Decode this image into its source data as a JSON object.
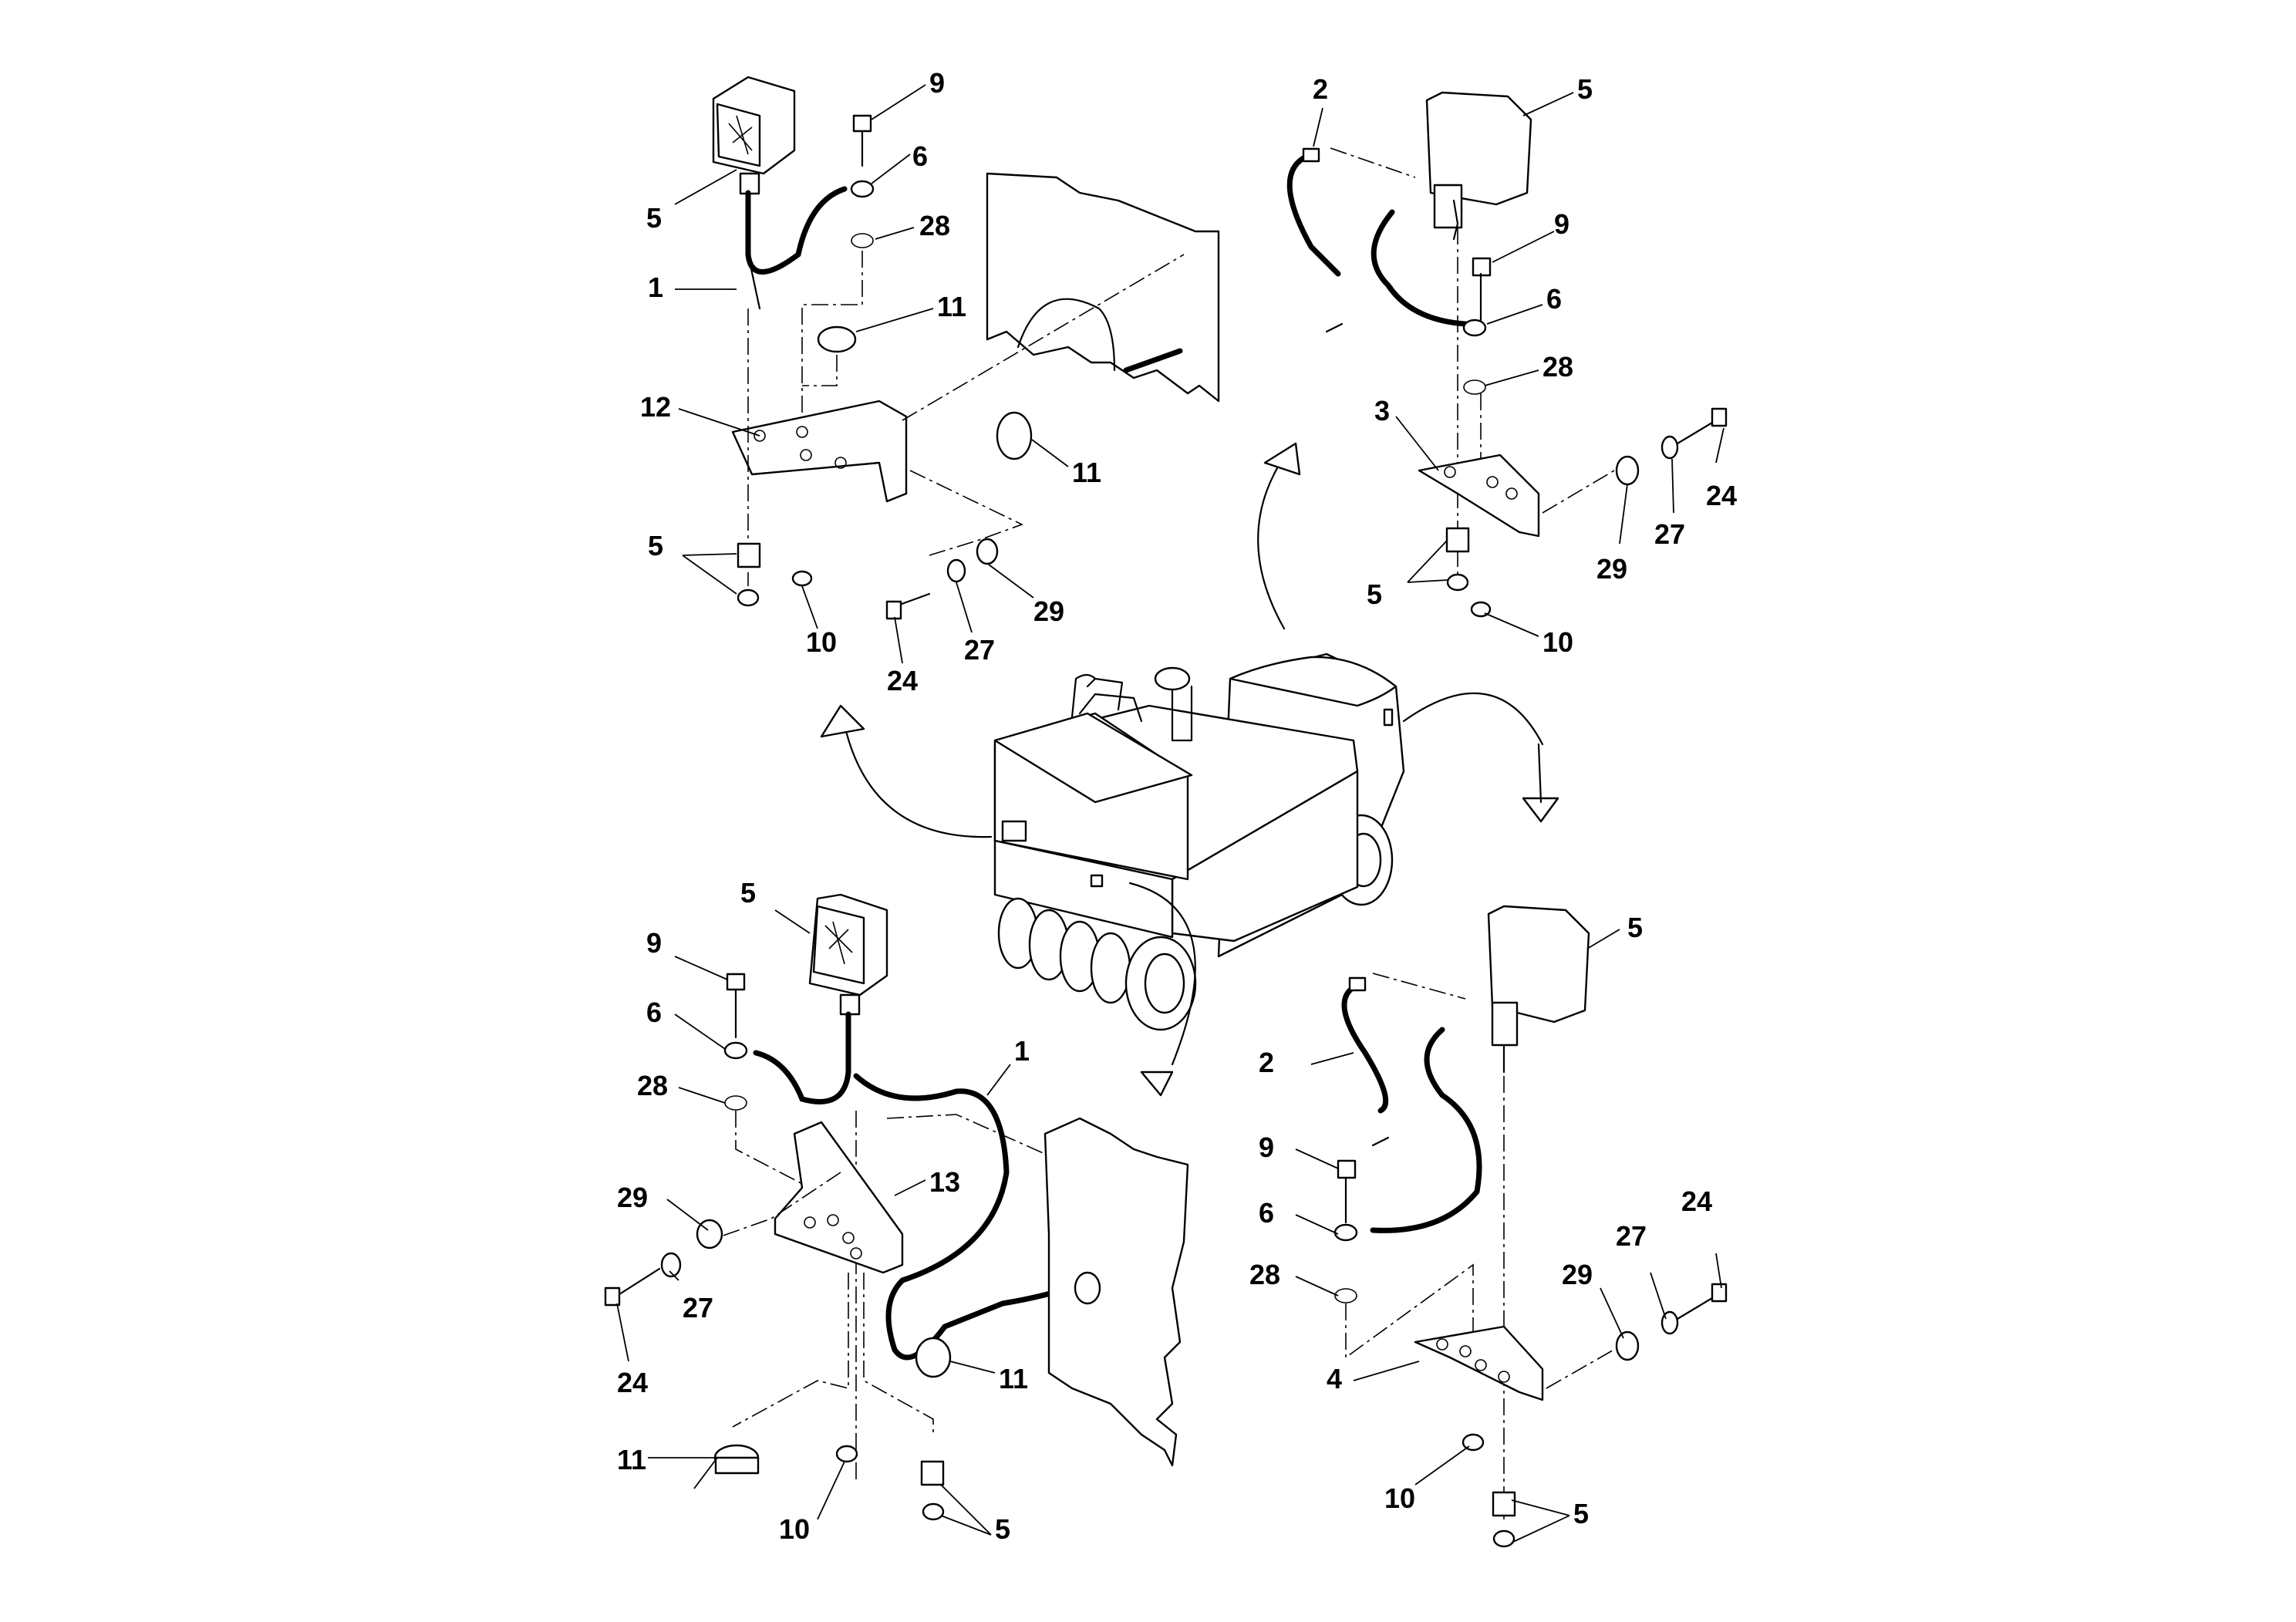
{
  "diagram": {
    "callouts": {
      "tl_5a": "5",
      "tl_9": "9",
      "tl_6": "6",
      "tl_28": "28",
      "tl_1": "1",
      "tl_11a": "11",
      "tl_12": "12",
      "tl_11b": "11",
      "tl_5b": "5",
      "tl_10": "10",
      "tl_24": "24",
      "tl_27": "27",
      "tl_29": "29",
      "tr_2": "2",
      "tr_5a": "5",
      "tr_9": "9",
      "tr_6": "6",
      "tr_28": "28",
      "tr_3": "3",
      "tr_24": "24",
      "tr_27": "27",
      "tr_29": "29",
      "tr_5b": "5",
      "tr_10": "10",
      "bl_5a": "5",
      "bl_9": "9",
      "bl_6": "6",
      "bl_28": "28",
      "bl_1": "1",
      "bl_13": "13",
      "bl_29": "29",
      "bl_27": "27",
      "bl_24": "24",
      "bl_11a": "11",
      "bl_11b": "11",
      "bl_10": "10",
      "bl_5b": "5",
      "br_5a": "5",
      "br_2": "2",
      "br_9": "9",
      "br_6": "6",
      "br_28": "28",
      "br_24": "24",
      "br_27": "27",
      "br_29": "29",
      "br_4": "4",
      "br_10": "10",
      "br_5b": "5"
    }
  }
}
